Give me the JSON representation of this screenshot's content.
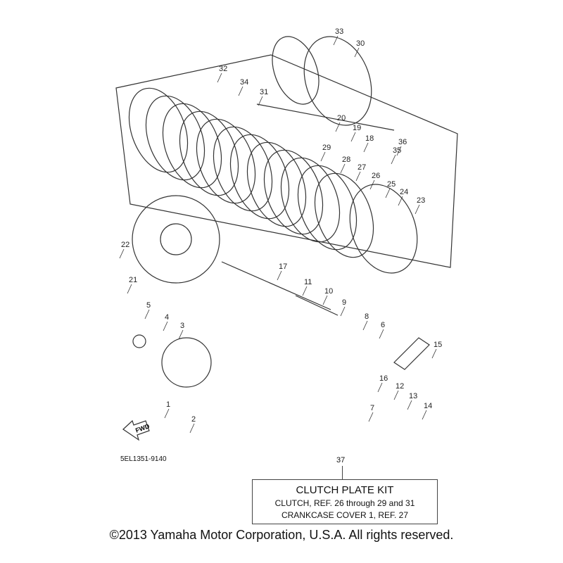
{
  "diagram": {
    "callouts": [
      "33",
      "30",
      "32",
      "34",
      "31",
      "20",
      "19",
      "18",
      "36",
      "35",
      "29",
      "28",
      "27",
      "26",
      "25",
      "24",
      "23",
      "22",
      "21",
      "17",
      "11",
      "10",
      "9",
      "8",
      "6",
      "5",
      "4",
      "3",
      "15",
      "16",
      "12",
      "13",
      "14",
      "7",
      "1",
      "2"
    ],
    "fwd_label": "FWD",
    "diagram_code": "5EL1351-9140"
  },
  "kit": {
    "number": "37",
    "title": "CLUTCH PLATE KIT",
    "line1": "CLUTCH, REF.  26 through 29 and 31",
    "line2": "CRANKCASE COVER 1, REF.  27"
  },
  "footer": {
    "copyright": "©2013 Yamaha Motor Corporation, U.S.A. All rights reserved."
  }
}
